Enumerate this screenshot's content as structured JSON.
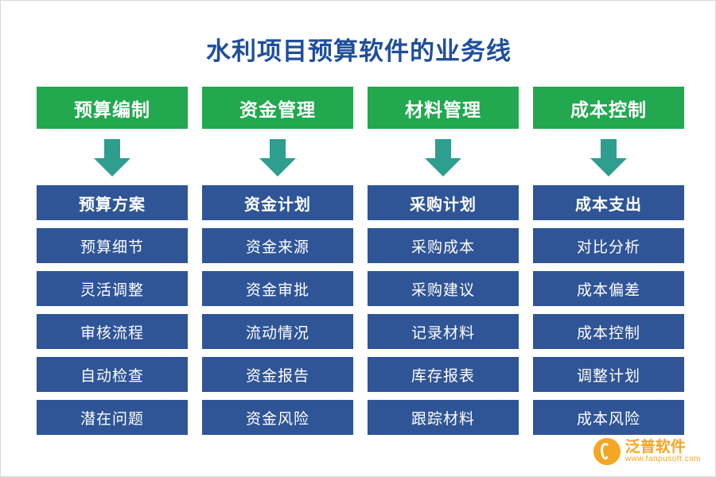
{
  "title": "水利项目预算软件的业务线",
  "colors": {
    "title": "#1f4e9c",
    "header": "#22a84f",
    "item": "#2f5597",
    "arrow": "#2e9e8f",
    "logo": "#f5a623"
  },
  "columns": [
    {
      "header": "预算编制",
      "arrow": "down-arrow-icon",
      "items": [
        "预算方案",
        "预算细节",
        "灵活调整",
        "审核流程",
        "自动检查",
        "潜在问题"
      ]
    },
    {
      "header": "资金管理",
      "arrow": "down-arrow-icon",
      "items": [
        "资金计划",
        "资金来源",
        "资金审批",
        "流动情况",
        "资金报告",
        "资金风险"
      ]
    },
    {
      "header": "材料管理",
      "arrow": "down-arrow-icon",
      "items": [
        "采购计划",
        "采购成本",
        "采购建议",
        "记录材料",
        "库存报表",
        "跟踪材料"
      ]
    },
    {
      "header": "成本控制",
      "arrow": "down-arrow-icon",
      "items": [
        "成本支出",
        "对比分析",
        "成本偏差",
        "成本控制",
        "调整计划",
        "成本风险"
      ]
    }
  ],
  "logo": {
    "icon": "fanpu-logo-icon",
    "name_cn": "泛普软件",
    "name_en": "www.fanpusoft.com"
  }
}
